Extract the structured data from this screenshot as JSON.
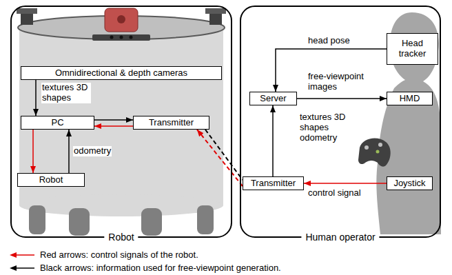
{
  "diagram": {
    "nodes": [
      {
        "text": [
          "Robot"
        ]
      },
      {
        "text": [
          "Omnidirectional & depth cameras"
        ],
        "in": 0
      },
      {
        "text": [
          "PC"
        ],
        "in": 0
      },
      {
        "text": [
          "Transmitter"
        ],
        "in": 0
      },
      {
        "text": [
          "Robot"
        ],
        "in": 0
      },
      {
        "text": [
          "Human operator"
        ]
      },
      {
        "text": [
          "Server"
        ],
        "in": 5
      },
      {
        "text": [
          "Head tracker"
        ],
        "in": 5
      },
      {
        "text": [
          "HMD"
        ],
        "in": 5
      },
      {
        "text": [
          "Transmitter"
        ],
        "in": 5
      },
      {
        "text": [
          "Joystick"
        ],
        "in": 5
      }
    ],
    "edges": [
      {
        "from": 1,
        "to": 2,
        "label": "textures 3D shapes",
        "arrow": "to"
      },
      {
        "from": 2,
        "to": 3,
        "arrow": "to"
      },
      {
        "from": 3,
        "to": 2,
        "arrow": "to"
      },
      {
        "from": 2,
        "to": 4,
        "arrow": "to"
      },
      {
        "from": 4,
        "to": 2,
        "label": "odometry",
        "arrow": "to"
      },
      {
        "from": 3,
        "to": 9,
        "arrow": "none"
      },
      {
        "from": 9,
        "to": 3,
        "arrow": "to"
      },
      {
        "from": 9,
        "to": 6,
        "label": "textures 3D shapes odometry",
        "arrow": "to"
      },
      {
        "from": 7,
        "to": 6,
        "label": "head pose",
        "arrow": "to"
      },
      {
        "from": 6,
        "to": 8,
        "label": "free-viewpoint images",
        "arrow": "to"
      },
      {
        "from": 10,
        "to": 9,
        "label": "control signal",
        "arrow": "to"
      }
    ],
    "legend": [
      {
        "text": "Red arrows: control signals of the robot."
      },
      {
        "text": "Black arrows: information used for free-viewpoint generation."
      }
    ]
  }
}
